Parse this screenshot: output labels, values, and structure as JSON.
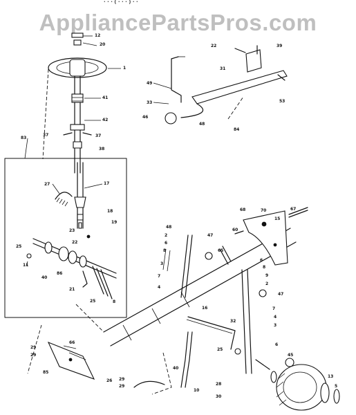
{
  "header": {
    "clipped_caption": "· · ·  ( · · ·  ) · ·",
    "watermark": "AppliancePartsPros.com"
  },
  "callouts": {
    "c12": "12",
    "c20": "20",
    "c1": "1",
    "c41": "41",
    "c42": "42",
    "c37a": "37",
    "c37b": "37",
    "c38": "38",
    "c83": "83",
    "c22a": "22",
    "c39": "39",
    "c31": "31",
    "c49": "49",
    "c33": "33",
    "c46": "46",
    "c48": "48",
    "c84": "84",
    "c53": "53",
    "c27": "27",
    "c17": "17",
    "c18": "18",
    "c19": "19",
    "c23": "23",
    "c22b": "22",
    "c25a": "25",
    "c11": "11",
    "c40a": "40",
    "c86": "86",
    "c21": "21",
    "c25b": "25",
    "c8a": "8",
    "c48b": "48",
    "c2a": "2",
    "c6a": "6",
    "c8b": "8",
    "c3a": "3",
    "c7a": "7",
    "c4a": "4",
    "c16": "16",
    "c47a": "47",
    "c65": "65",
    "c68": "68",
    "c70": "70",
    "c15": "15",
    "c67": "67",
    "c60": "60",
    "c6b": "6",
    "c8c": "8",
    "c9": "9",
    "c2b": "2",
    "c47b": "47",
    "c7b": "7",
    "c4b": "4",
    "c3b": "3",
    "c6c": "6",
    "c32": "32",
    "c25c": "25",
    "c28": "28",
    "c30": "30",
    "c40b": "40",
    "c10": "10",
    "c66": "66",
    "c29a": "29",
    "c29b": "29",
    "c85": "85",
    "c26": "26",
    "c29c": "29",
    "c29d": "29",
    "c45": "45",
    "c13": "13",
    "c5": "5"
  }
}
